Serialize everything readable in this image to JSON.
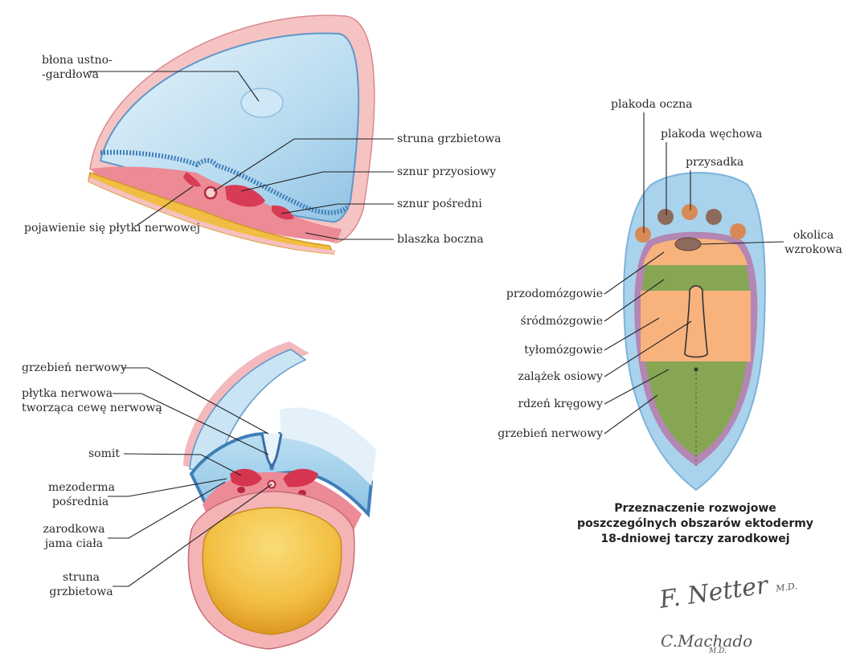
{
  "top_diagram": {
    "labels": {
      "oropharyngeal": "błona ustno-\n-gardłowa",
      "notochord": "struna grzbietowa",
      "paraxial": "sznur przyosiowy",
      "intermediate": "sznur pośredni",
      "neural_plate": "pojawienie się płytki nerwowej",
      "lateral_plate": "blaszka boczna"
    }
  },
  "bottom_diagram": {
    "labels": {
      "neural_crest": "grzebień nerwowy",
      "neural_plate_tube": "płytka nerwowa\ntworząca cewę nerwową",
      "somit": "somit",
      "intermediate_mesoderm": "mezoderma\npośrednia",
      "coelom": "zarodkowa\njama ciała",
      "notochord": "struna\ngrzbietowa"
    }
  },
  "right_diagram": {
    "labels": {
      "optic_placode": "plakoda oczna",
      "olfactory_placode": "plakoda węchowa",
      "hypophysis": "przysadka",
      "optic_region": "okolica\nwzrokowa",
      "forebrain": "przodomózgowie",
      "midbrain": "śródmózgowie",
      "hindbrain": "tyłomózgowie",
      "axial_primordium": "zalążek osiowy",
      "spinal_cord": "rdzeń kręgowy",
      "neural_crest": "grzebień nerwowy"
    },
    "caption": "Przeznaczenie rozwojowe\nposzczególnych obszarów ektodermy\n18-dniowej tarczy zarodkowej"
  },
  "signatures": {
    "netter": "F. Netter",
    "netter_md": "M.D.",
    "machado": "C.Machado",
    "machado_md": "M.D."
  },
  "colors": {
    "ectoderm_blue": "#a9d2ec",
    "ectoderm_dark": "#4f8fc4",
    "mesoderm_red": "#e2485e",
    "mesoderm_pink": "#f3b4b8",
    "endoderm_yellow": "#f3c04a",
    "neural_orange": "#f8b27c",
    "neural_green": "#86a653",
    "crest_purple": "#b386b3"
  }
}
